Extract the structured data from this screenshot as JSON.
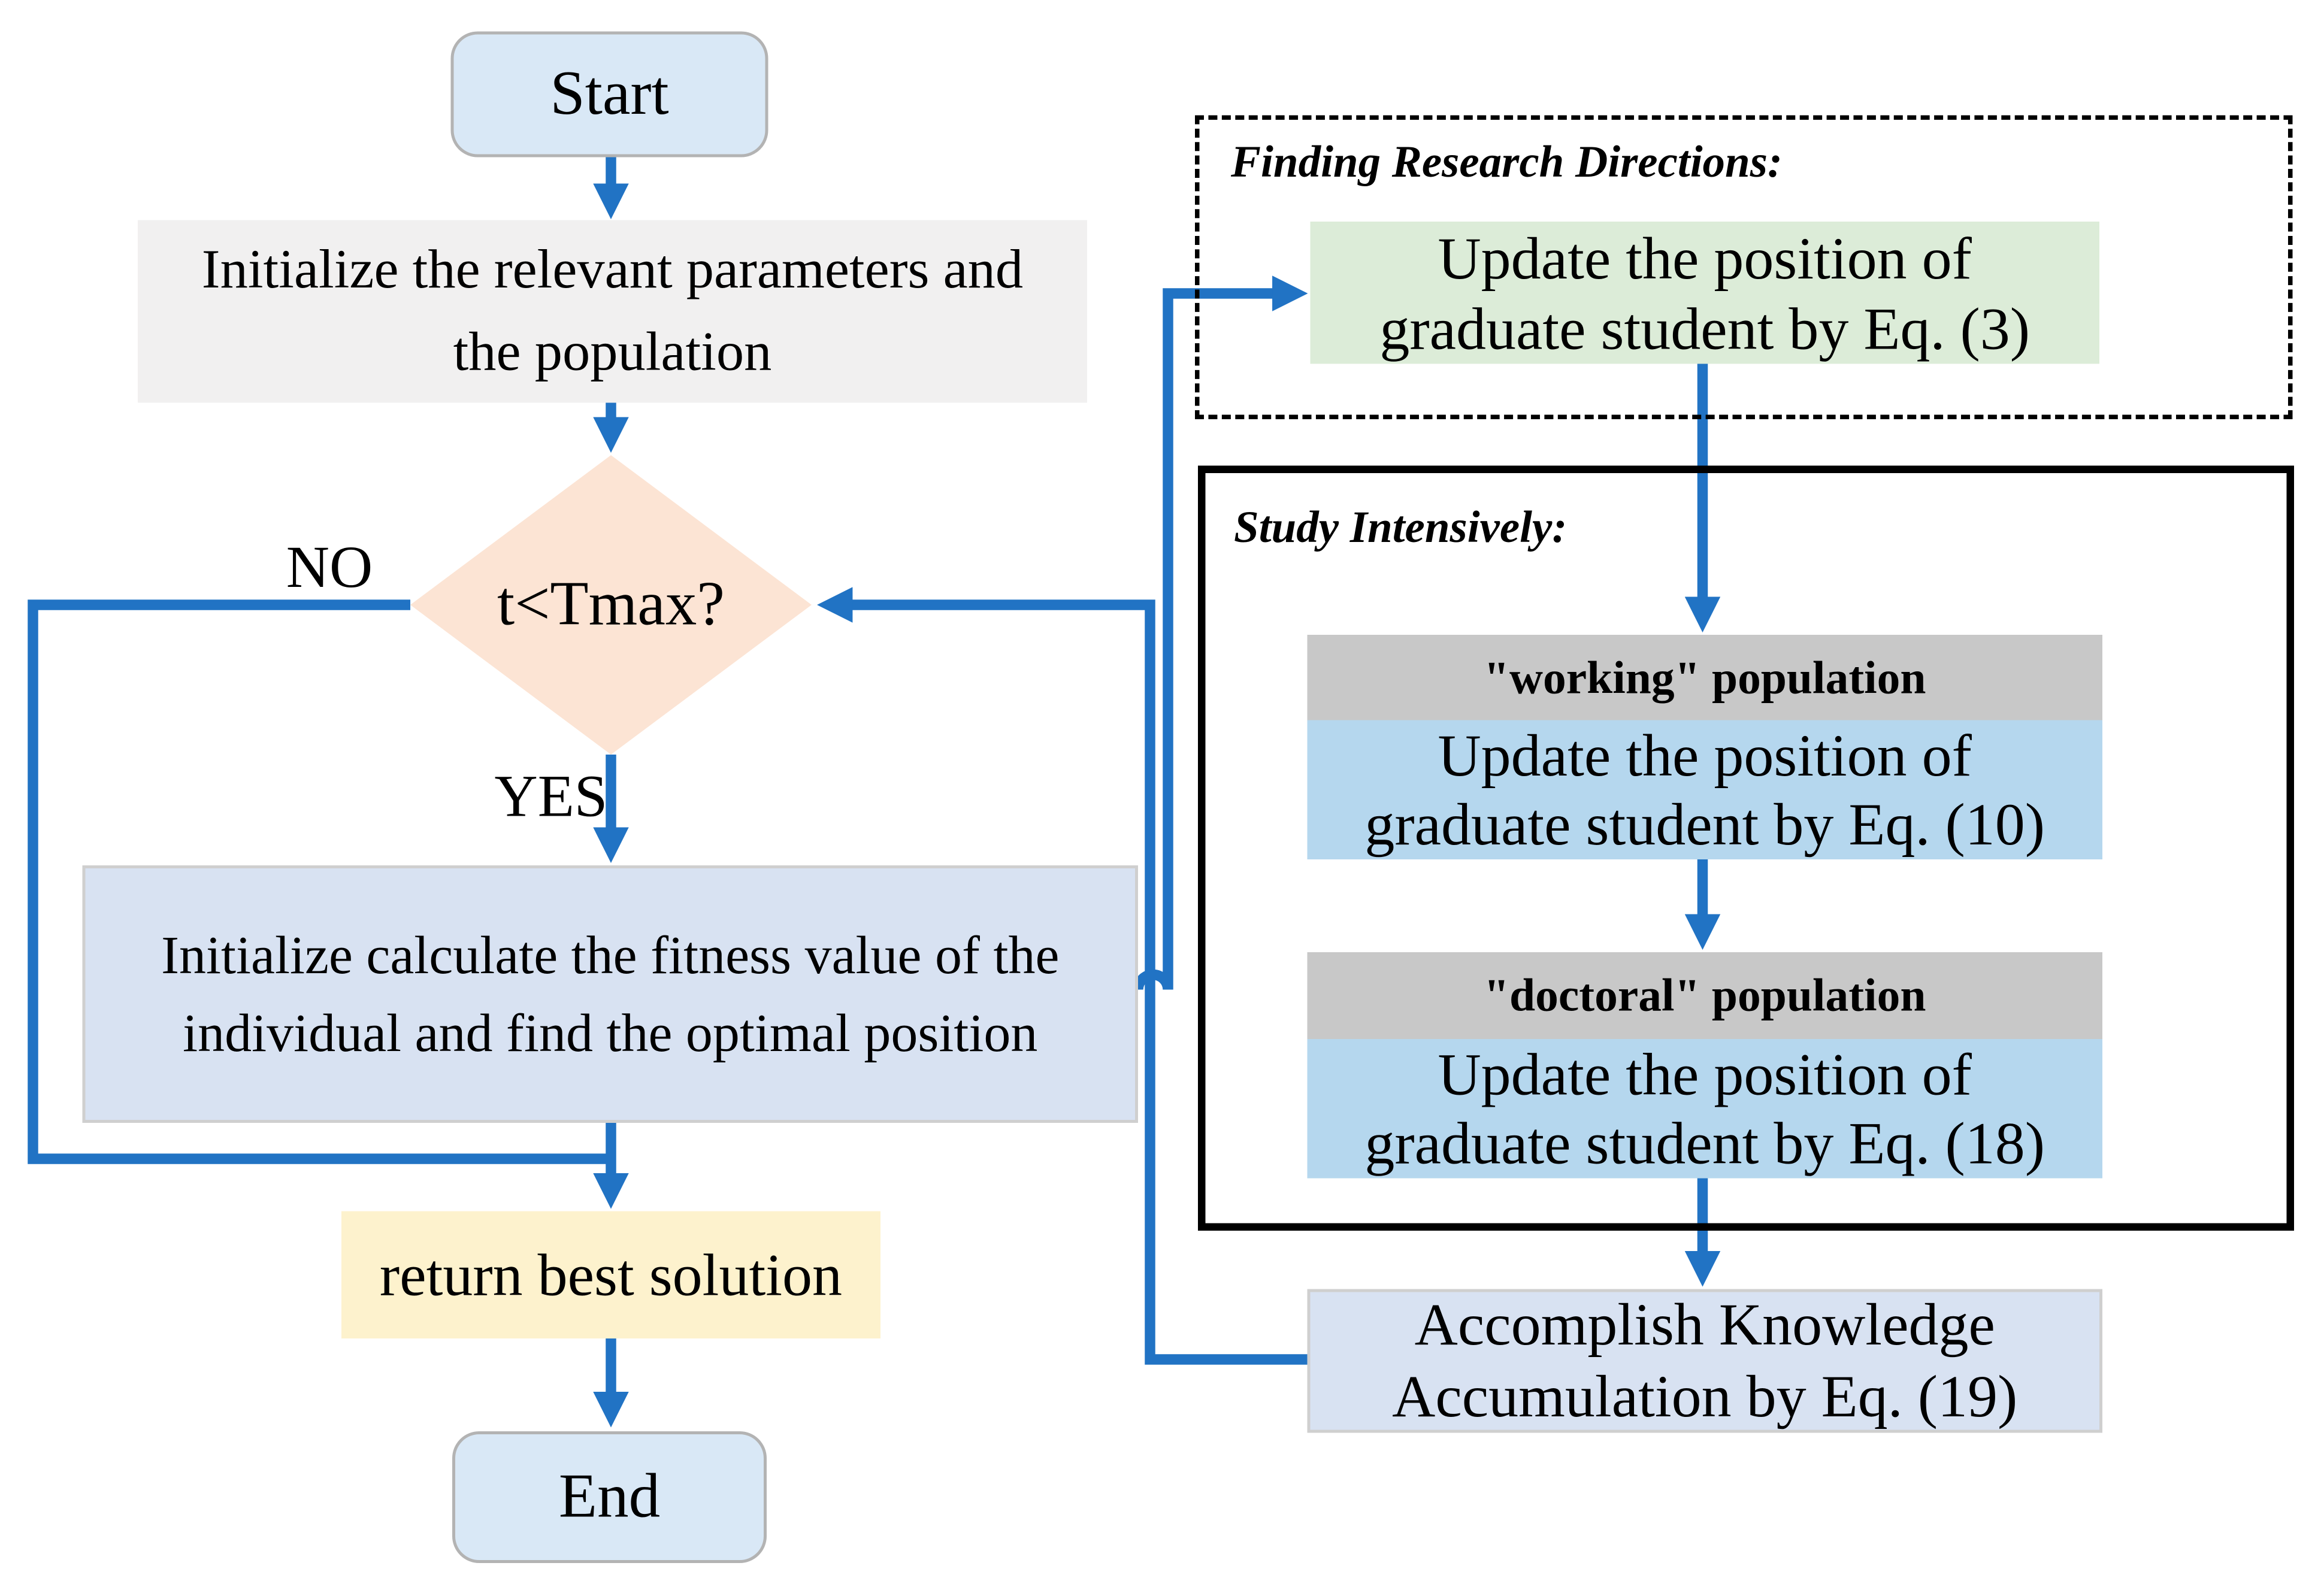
{
  "colors": {
    "arrow": "#2173C4",
    "terminal_fill": "#D9E8F6",
    "terminal_border": "#B3B3B3",
    "init_fill": "#F1F0F0",
    "decision_fill": "#FCE4D4",
    "process_fill": "#D8E2F2",
    "process_border": "#CFCFCF",
    "return_fill": "#FDF2CD",
    "green_fill": "#DCECD8",
    "header_gray": "#C8C8C8",
    "step_blue": "#B5D7EE",
    "frame_black": "#000000"
  },
  "nodes": {
    "start": {
      "label": "Start"
    },
    "init": {
      "lines": [
        "Initialize the relevant parameters and",
        "the population"
      ]
    },
    "decision": {
      "label": "t<Tmax?",
      "no_label": "NO",
      "yes_label": "YES"
    },
    "fitness": {
      "lines": [
        "Initialize calculate the fitness value of the",
        "individual and find the optimal position"
      ]
    },
    "return_best": {
      "label": "return best solution"
    },
    "end": {
      "label": "End"
    },
    "finding": {
      "title": "Finding Research Directions:",
      "update_eq3": {
        "lines": [
          "Update the position of",
          "graduate student by Eq. (3)"
        ]
      }
    },
    "study": {
      "title": "Study Intensively:",
      "working": {
        "header": "\"working\" population",
        "lines": [
          "Update the position of",
          "graduate student by Eq. (10)"
        ]
      },
      "doctoral": {
        "header": "\"doctoral\" population",
        "lines": [
          "Update the position of",
          "graduate student by Eq. (18)"
        ]
      }
    },
    "knowledge": {
      "lines": [
        "Accomplish Knowledge",
        "Accumulation by Eq. (19)"
      ]
    }
  }
}
